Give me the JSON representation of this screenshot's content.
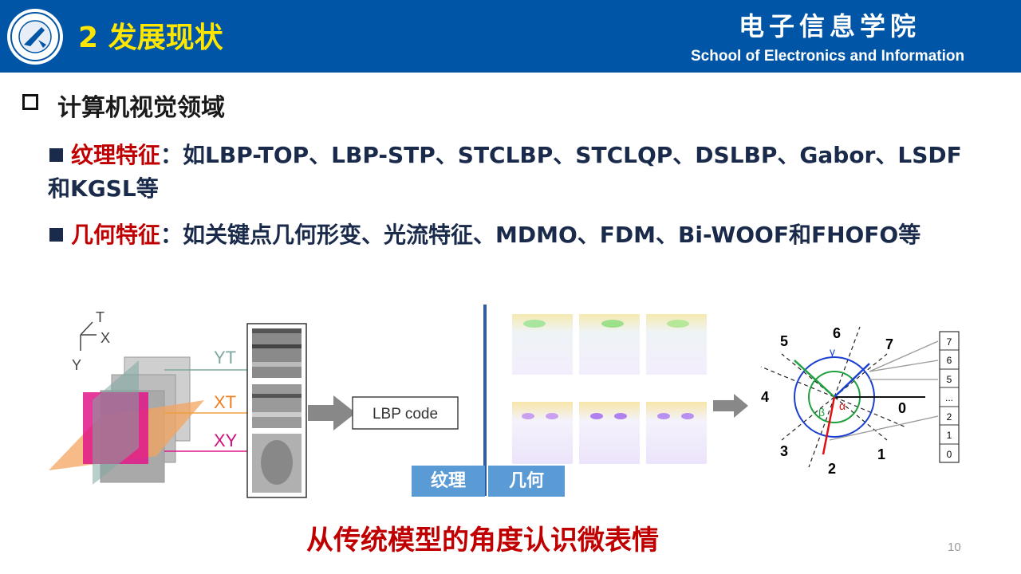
{
  "header": {
    "section_title": "2 发展现状",
    "school_cn": "电子信息学院",
    "school_en": "School of Electronics and Information"
  },
  "heading": "计算机视觉领域",
  "items": [
    {
      "label": "纹理特征",
      "text": "：如LBP-TOP、LBP-STP、STCLBP、STCLQP、DSLBP、Gabor、LSDF和KGSL等"
    },
    {
      "label": "几何特征",
      "text": "：如关键点几何形变、光流特征、MDMO、FDM、Bi-WOOF和FHOFO等"
    }
  ],
  "left_figure": {
    "axes": [
      "T",
      "X",
      "Y"
    ],
    "planes": [
      "YT",
      "XT",
      "XY"
    ],
    "lbp_box": "LBP code"
  },
  "right_figure": {
    "bins": [
      "7",
      "6",
      "5",
      "4",
      "3",
      "2",
      "1",
      "0"
    ],
    "histogram": [
      "7",
      "6",
      "5",
      "...",
      "2",
      "1",
      "0"
    ],
    "greek": [
      "γ",
      "β",
      "α"
    ]
  },
  "tags": {
    "texture": "纹理",
    "geometry": "几何"
  },
  "bottom_caption": "从传统模型的角度认识微表情",
  "page_number": "10",
  "colors": {
    "header_bg": "#0055a6",
    "title_yellow": "#ffe600",
    "accent_red": "#c00000",
    "tag_blue": "#5b9bd5"
  }
}
